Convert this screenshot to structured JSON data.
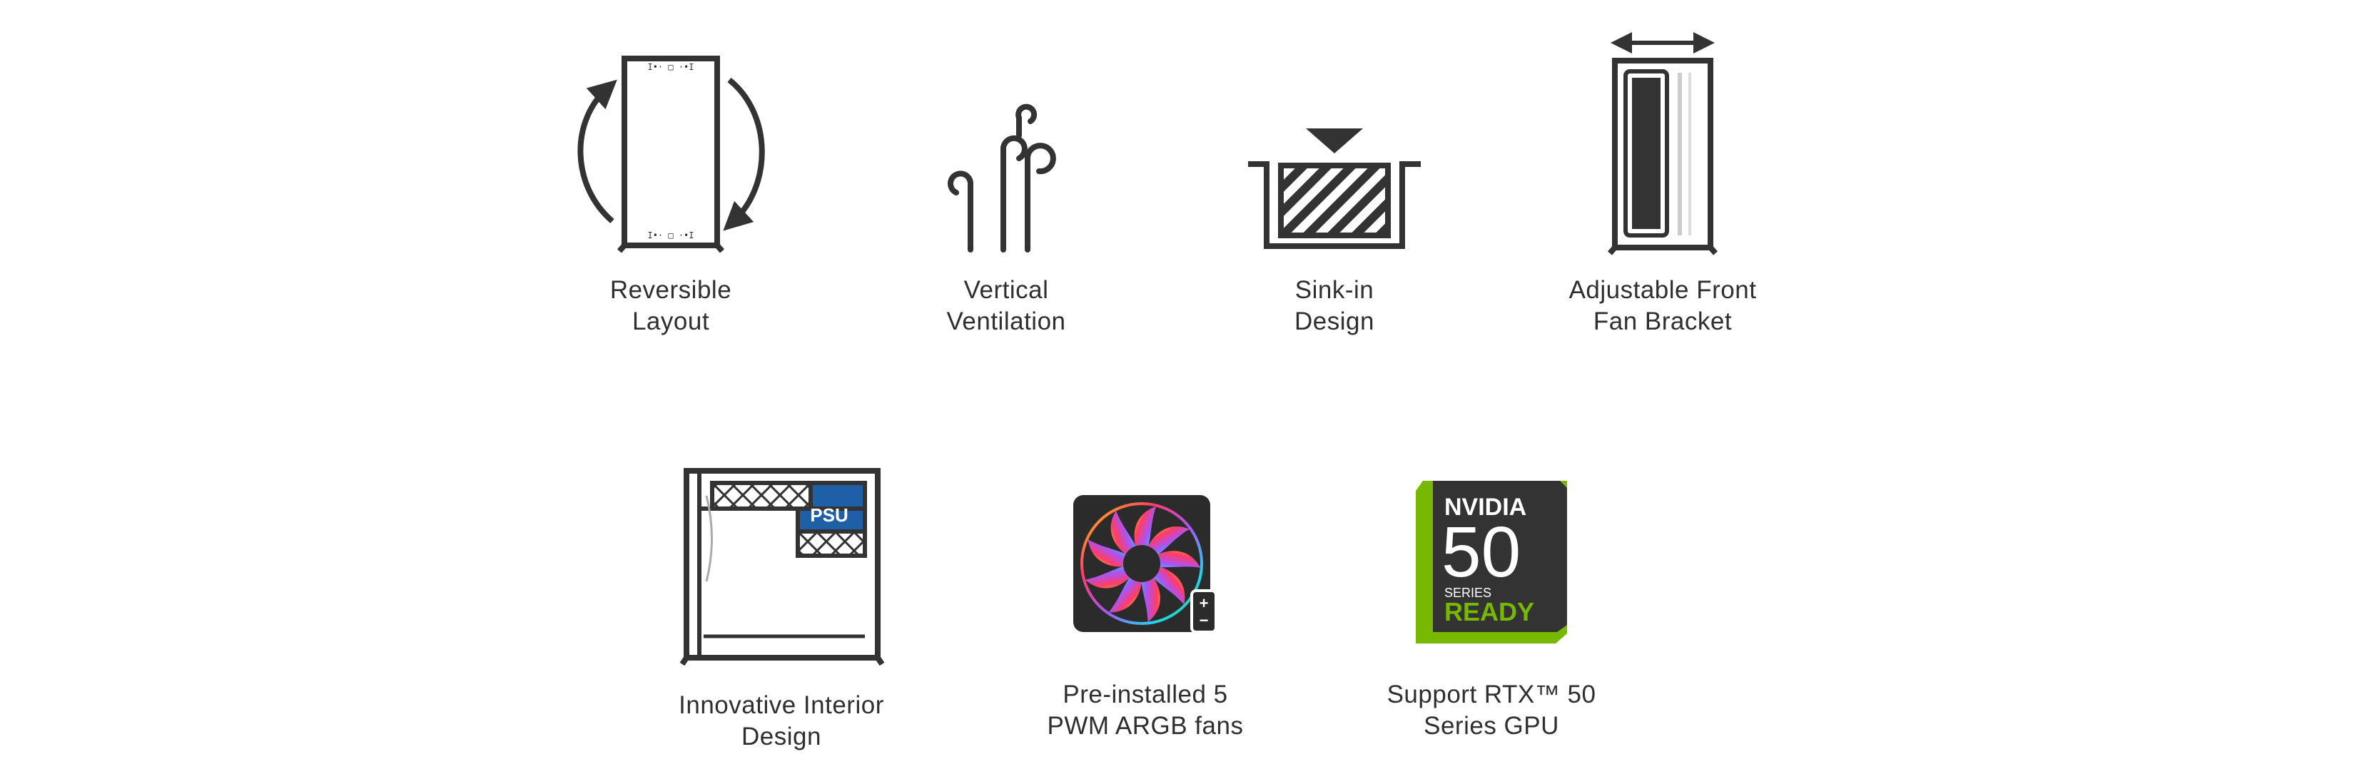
{
  "features": [
    {
      "id": "reversible-layout",
      "icon": "reversible-layout-icon",
      "lines": [
        "Reversible",
        "Layout"
      ]
    },
    {
      "id": "vertical-ventilation",
      "icon": "vertical-ventilation-icon",
      "lines": [
        "Vertical",
        "Ventilation"
      ]
    },
    {
      "id": "sink-in-design",
      "icon": "sink-in-design-icon",
      "lines": [
        "Sink-in",
        "Design"
      ]
    },
    {
      "id": "adjustable-front-fan-bracket",
      "icon": "adjustable-fan-bracket-icon",
      "lines": [
        "Adjustable Front",
        "Fan Bracket"
      ]
    },
    {
      "id": "innovative-interior-design",
      "icon": "interior-layout-icon",
      "lines": [
        "Innovative Interior",
        "Design"
      ],
      "psu_text": "PSU"
    },
    {
      "id": "preinstalled-fans",
      "icon": "argb-fan-icon",
      "lines": [
        "Pre-installed 5",
        "PWM ARGB fans"
      ],
      "plus": "+",
      "minus": "−"
    },
    {
      "id": "rtx50-support",
      "icon": "nvidia-50-series-ready-badge",
      "lines": [
        "Support RTX™ 50",
        "Series GPU"
      ],
      "badge": {
        "brand": "NVIDIA",
        "number": "50",
        "series": "SERIES",
        "ready": "READY"
      }
    }
  ],
  "colors": {
    "stroke": "#333333",
    "text": "#2f2f2f",
    "psu_blue": "#1f5fa8",
    "nvidia_green": "#76b900",
    "badge_dark": "#333333",
    "fan_dark": "#2b2b2b"
  }
}
